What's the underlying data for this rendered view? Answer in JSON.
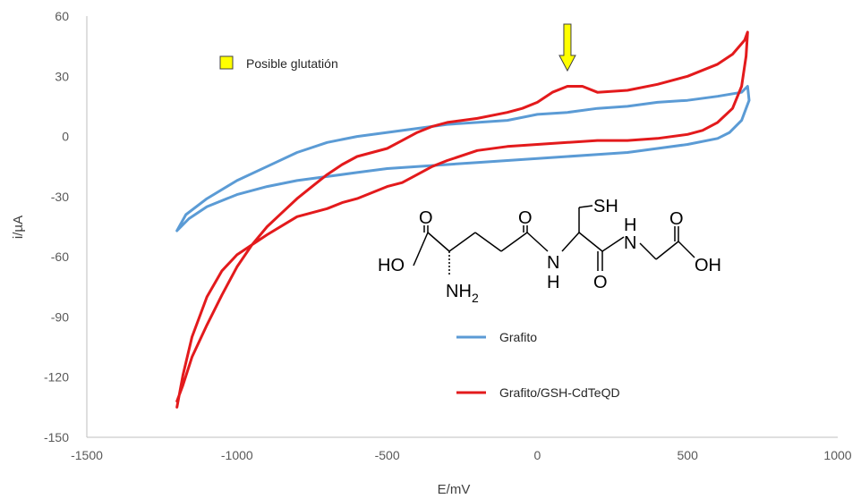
{
  "chart_data": {
    "type": "line",
    "xlabel": "E/mV",
    "ylabel": "i/µA",
    "xlim": [
      -1500,
      1000
    ],
    "ylim": [
      -150,
      60
    ],
    "xticks": [
      -1500,
      -1000,
      -500,
      0,
      500,
      1000
    ],
    "yticks": [
      -150,
      -120,
      -90,
      -60,
      -30,
      0,
      30,
      60
    ],
    "grid": false,
    "legend_placement": "inside-lower-center",
    "series": [
      {
        "name": "Grafito",
        "color": "#5b9bd5",
        "points": [
          [
            -1200,
            -47
          ],
          [
            -1170,
            -39
          ],
          [
            -1100,
            -31
          ],
          [
            -1000,
            -22
          ],
          [
            -900,
            -15
          ],
          [
            -800,
            -8
          ],
          [
            -700,
            -3
          ],
          [
            -600,
            0
          ],
          [
            -500,
            2
          ],
          [
            -400,
            4
          ],
          [
            -300,
            6
          ],
          [
            -200,
            7
          ],
          [
            -100,
            8
          ],
          [
            0,
            11
          ],
          [
            100,
            12
          ],
          [
            200,
            14
          ],
          [
            300,
            15
          ],
          [
            400,
            17
          ],
          [
            500,
            18
          ],
          [
            600,
            20
          ],
          [
            680,
            22
          ],
          [
            700,
            25
          ],
          [
            705,
            18
          ],
          [
            680,
            8
          ],
          [
            640,
            2
          ],
          [
            600,
            -1
          ],
          [
            500,
            -4
          ],
          [
            400,
            -6
          ],
          [
            300,
            -8
          ],
          [
            200,
            -9
          ],
          [
            100,
            -10
          ],
          [
            0,
            -11
          ],
          [
            -100,
            -12
          ],
          [
            -200,
            -13
          ],
          [
            -300,
            -14
          ],
          [
            -400,
            -15
          ],
          [
            -500,
            -16
          ],
          [
            -600,
            -18
          ],
          [
            -700,
            -20
          ],
          [
            -800,
            -22
          ],
          [
            -900,
            -25
          ],
          [
            -1000,
            -29
          ],
          [
            -1100,
            -35
          ],
          [
            -1160,
            -41
          ],
          [
            -1200,
            -47
          ]
        ]
      },
      {
        "name": "Grafito/GSH-CdTeQD",
        "color": "#e31a1c",
        "points": [
          [
            -1200,
            -132
          ],
          [
            -1180,
            -124
          ],
          [
            -1150,
            -110
          ],
          [
            -1100,
            -94
          ],
          [
            -1050,
            -79
          ],
          [
            -1000,
            -65
          ],
          [
            -950,
            -54
          ],
          [
            -900,
            -45
          ],
          [
            -850,
            -38
          ],
          [
            -800,
            -31
          ],
          [
            -750,
            -25
          ],
          [
            -700,
            -19
          ],
          [
            -650,
            -14
          ],
          [
            -600,
            -10
          ],
          [
            -500,
            -6
          ],
          [
            -450,
            -2
          ],
          [
            -400,
            2
          ],
          [
            -350,
            5
          ],
          [
            -300,
            7
          ],
          [
            -200,
            9
          ],
          [
            -100,
            12
          ],
          [
            -50,
            14
          ],
          [
            0,
            17
          ],
          [
            50,
            22
          ],
          [
            100,
            25
          ],
          [
            150,
            25
          ],
          [
            200,
            22
          ],
          [
            300,
            23
          ],
          [
            400,
            26
          ],
          [
            500,
            30
          ],
          [
            600,
            36
          ],
          [
            650,
            41
          ],
          [
            690,
            48
          ],
          [
            700,
            52
          ],
          [
            695,
            40
          ],
          [
            680,
            25
          ],
          [
            650,
            14
          ],
          [
            600,
            7
          ],
          [
            550,
            3
          ],
          [
            500,
            1
          ],
          [
            400,
            -1
          ],
          [
            300,
            -2
          ],
          [
            200,
            -2
          ],
          [
            100,
            -3
          ],
          [
            0,
            -4
          ],
          [
            -100,
            -5
          ],
          [
            -200,
            -7
          ],
          [
            -300,
            -12
          ],
          [
            -350,
            -15
          ],
          [
            -400,
            -19
          ],
          [
            -450,
            -23
          ],
          [
            -500,
            -25
          ],
          [
            -550,
            -28
          ],
          [
            -600,
            -31
          ],
          [
            -650,
            -33
          ],
          [
            -700,
            -36
          ],
          [
            -800,
            -40
          ],
          [
            -900,
            -49
          ],
          [
            -1000,
            -59
          ],
          [
            -1050,
            -67
          ],
          [
            -1100,
            -80
          ],
          [
            -1150,
            -100
          ],
          [
            -1180,
            -119
          ],
          [
            -1200,
            -135
          ]
        ]
      }
    ],
    "annotations": [
      {
        "label": "Posible glutatión",
        "marker_color": "#ffff00",
        "arrow_x": 100,
        "arrow_color": "#ffff00"
      }
    ],
    "structure_labels": {
      "sh": "SH",
      "o1": "O",
      "o2": "O",
      "o3": "O",
      "o4": "O",
      "ho": "HO",
      "oh": "OH",
      "n1": "N",
      "h1": "H",
      "n2": "N",
      "h2": "H",
      "nh2_main": "NH",
      "nh2_sub": "2"
    }
  }
}
